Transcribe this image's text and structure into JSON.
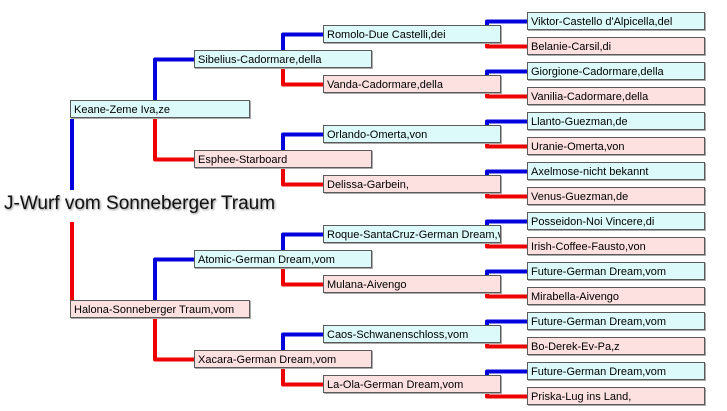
{
  "title": "J-Wurf vom Sonneberger Traum",
  "colors": {
    "sire_line": "#0000dd",
    "dam_line": "#ee0000",
    "sire_box": "#dcfafa",
    "dam_box": "#fde0e0"
  },
  "generations": [
    [
      "Keane-Zeme Iva,ze",
      "Halona-Sonneberger Traum,vom"
    ],
    [
      "Sibelius-Cadormare,della",
      "Esphee-Starboard",
      "Atomic-German Dream,vom",
      "Xacara-German Dream,vom"
    ],
    [
      "Romolo-Due Castelli,dei",
      "Vanda-Cadormare,della",
      "Orlando-Omerta,von",
      "Delissa-Garbein,",
      "Roque-SantaCruz-German Dream,vom",
      "Mulana-Aivengo",
      "Caos-Schwanenschloss,vom",
      "La-Ola-German Dream,vom"
    ],
    [
      "Viktor-Castello d'Alpicella,del",
      "Belanie-Carsil,di",
      "Giorgione-Cadormare,della",
      "Vanilia-Cadormare,della",
      "Llanto-Guezman,de",
      "Uranie-Omerta,von",
      "Axelmose-nicht bekannt",
      "Venus-Guezman,de",
      "Posseidon-Noi Vincere,di",
      "Irish-Coffee-Fausto,von",
      "Future-German Dream,vom",
      "Mirabella-Aivengo",
      "Future-German Dream,vom",
      "Bo-Derek-Ev-Pa,z",
      "Future-German Dream,vom",
      "Priska-Lug ins Land,"
    ]
  ]
}
